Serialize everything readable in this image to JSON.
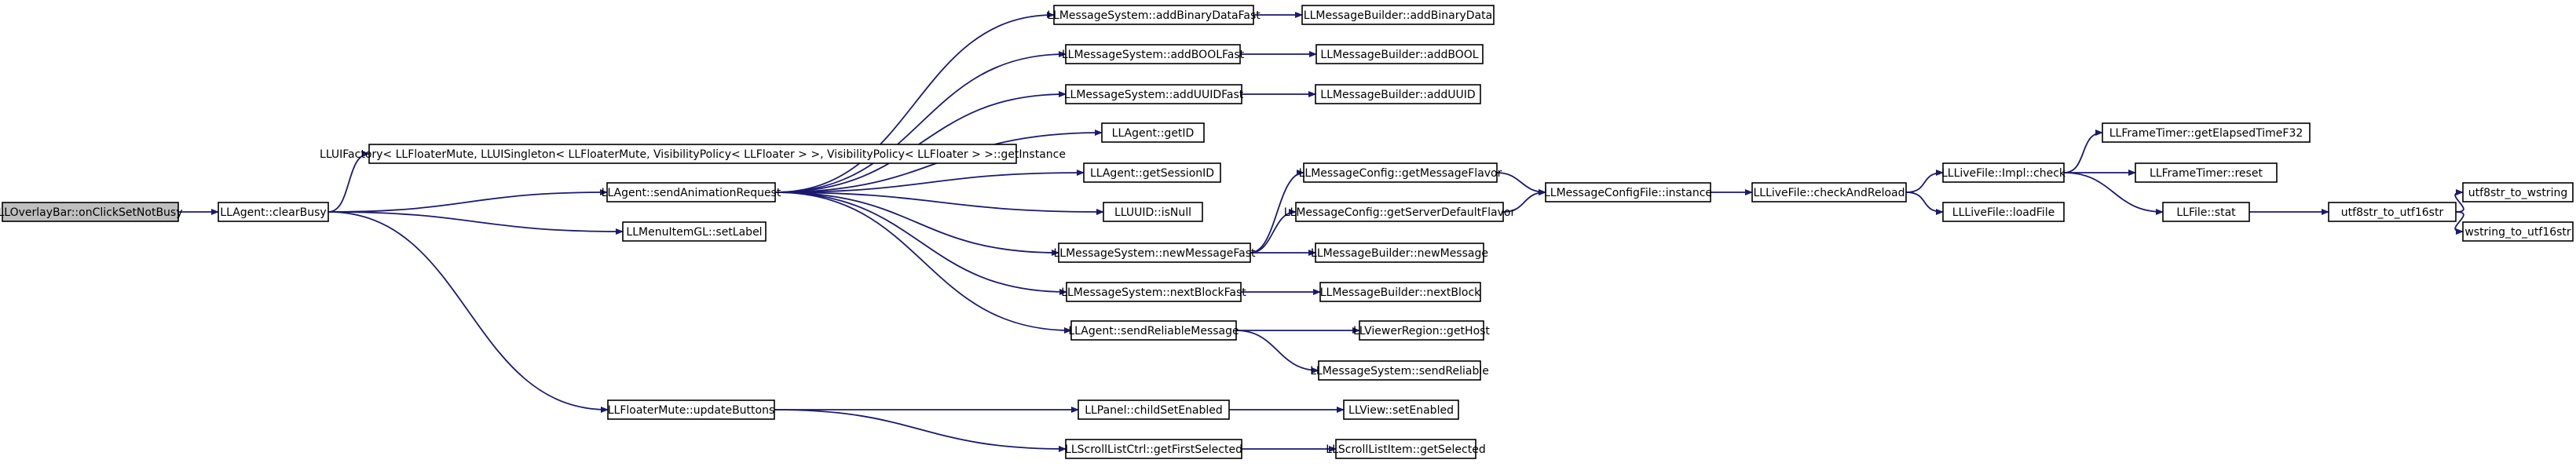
{
  "nodes": [
    {
      "id": "overlaybar",
      "label": "LLOverlayBar::onClickSetNotBusy",
      "root": true
    },
    {
      "id": "clearbusy",
      "label": "LLAgent::clearBusy"
    },
    {
      "id": "uifactory",
      "label": "LLUIFactory< LLFloaterMute, LLUISingleton< LLFloaterMute, VisibilityPolicy< LLFloater > >, VisibilityPolicy< LLFloater > >::getInstance"
    },
    {
      "id": "sendanim",
      "label": "LLAgent::sendAnimationRequest"
    },
    {
      "id": "setlabel",
      "label": "LLMenuItemGL::setLabel"
    },
    {
      "id": "updatebuttons",
      "label": "LLFloaterMute::updateButtons"
    },
    {
      "id": "addbinaryfast",
      "label": "LLMessageSystem::addBinaryDataFast"
    },
    {
      "id": "addboolfast",
      "label": "LLMessageSystem::addBOOLFast"
    },
    {
      "id": "adduuidfast",
      "label": "LLMessageSystem::addUUIDFast"
    },
    {
      "id": "getid",
      "label": "LLAgent::getID"
    },
    {
      "id": "getsessionid",
      "label": "LLAgent::getSessionID"
    },
    {
      "id": "isnull",
      "label": "LLUUID::isNull"
    },
    {
      "id": "newmsgfast",
      "label": "LLMessageSystem::newMessageFast"
    },
    {
      "id": "nextblockfast",
      "label": "LLMessageSystem::nextBlockFast"
    },
    {
      "id": "sendreliable_agent",
      "label": "LLAgent::sendReliableMessage"
    },
    {
      "id": "childsetenabled",
      "label": "LLPanel::childSetEnabled"
    },
    {
      "id": "getfirstselected",
      "label": "LLScrollListCtrl::getFirstSelected"
    },
    {
      "id": "addbinary",
      "label": "LLMessageBuilder::addBinaryData"
    },
    {
      "id": "addbool",
      "label": "LLMessageBuilder::addBOOL"
    },
    {
      "id": "adduuid",
      "label": "LLMessageBuilder::addUUID"
    },
    {
      "id": "getmsgflavor",
      "label": "LLMessageConfig::getMessageFlavor"
    },
    {
      "id": "getserverflavor",
      "label": "LLMessageConfig::getServerDefaultFlavor"
    },
    {
      "id": "newmessage",
      "label": "LLMessageBuilder::newMessage"
    },
    {
      "id": "nextblock",
      "label": "LLMessageBuilder::nextBlock"
    },
    {
      "id": "gethost",
      "label": "LLViewerRegion::getHost"
    },
    {
      "id": "sendreliable_msg",
      "label": "LLMessageSystem::sendReliable"
    },
    {
      "id": "setenabled",
      "label": "LLView::setEnabled"
    },
    {
      "id": "getselected",
      "label": "LLScrollListItem::getSelected"
    },
    {
      "id": "cfginstance",
      "label": "LLMessageConfigFile::instance"
    },
    {
      "id": "checkreload",
      "label": "LLLiveFile::checkAndReload"
    },
    {
      "id": "implcheck",
      "label": "LLLiveFile::Impl::check"
    },
    {
      "id": "loadfile",
      "label": "LLLiveFile::loadFile"
    },
    {
      "id": "elapsed",
      "label": "LLFrameTimer::getElapsedTimeF32"
    },
    {
      "id": "reset",
      "label": "LLFrameTimer::reset"
    },
    {
      "id": "stat",
      "label": "LLFile::stat"
    },
    {
      "id": "utf8to16",
      "label": "utf8str_to_utf16str"
    },
    {
      "id": "utf8tow",
      "label": "utf8str_to_wstring"
    },
    {
      "id": "wto16",
      "label": "wstring_to_utf16str"
    }
  ],
  "edges": [
    [
      "overlaybar",
      "clearbusy"
    ],
    [
      "clearbusy",
      "uifactory"
    ],
    [
      "clearbusy",
      "sendanim"
    ],
    [
      "clearbusy",
      "setlabel"
    ],
    [
      "clearbusy",
      "updatebuttons"
    ],
    [
      "sendanim",
      "addbinaryfast"
    ],
    [
      "sendanim",
      "addboolfast"
    ],
    [
      "sendanim",
      "adduuidfast"
    ],
    [
      "sendanim",
      "getid"
    ],
    [
      "sendanim",
      "getsessionid"
    ],
    [
      "sendanim",
      "isnull"
    ],
    [
      "sendanim",
      "newmsgfast"
    ],
    [
      "sendanim",
      "nextblockfast"
    ],
    [
      "sendanim",
      "sendreliable_agent"
    ],
    [
      "updatebuttons",
      "childsetenabled"
    ],
    [
      "updatebuttons",
      "getfirstselected"
    ],
    [
      "addbinaryfast",
      "addbinary"
    ],
    [
      "addboolfast",
      "addbool"
    ],
    [
      "adduuidfast",
      "adduuid"
    ],
    [
      "newmsgfast",
      "getmsgflavor"
    ],
    [
      "newmsgfast",
      "getserverflavor"
    ],
    [
      "newmsgfast",
      "newmessage"
    ],
    [
      "nextblockfast",
      "nextblock"
    ],
    [
      "sendreliable_agent",
      "gethost"
    ],
    [
      "sendreliable_agent",
      "sendreliable_msg"
    ],
    [
      "childsetenabled",
      "setenabled"
    ],
    [
      "getfirstselected",
      "getselected"
    ],
    [
      "getmsgflavor",
      "cfginstance"
    ],
    [
      "getserverflavor",
      "cfginstance"
    ],
    [
      "cfginstance",
      "checkreload"
    ],
    [
      "checkreload",
      "implcheck"
    ],
    [
      "checkreload",
      "loadfile"
    ],
    [
      "implcheck",
      "elapsed"
    ],
    [
      "implcheck",
      "reset"
    ],
    [
      "implcheck",
      "stat"
    ],
    [
      "stat",
      "utf8to16"
    ],
    [
      "utf8to16",
      "utf8tow"
    ],
    [
      "utf8to16",
      "wto16"
    ]
  ],
  "colors": {
    "edge": "#1a1a6e",
    "root_fill": "#bfbfbf",
    "node_fill": "#ffffff",
    "border": "#000000"
  }
}
